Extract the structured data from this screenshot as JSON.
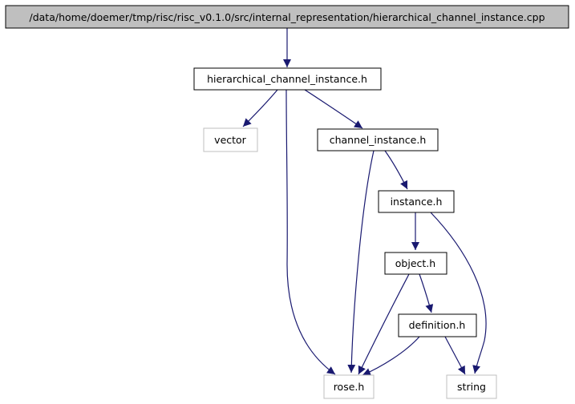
{
  "diagram": {
    "type": "include-dependency-graph",
    "nodes": [
      {
        "id": "root",
        "label": "/data/home/doemer/tmp/risc/risc_v0.1.0/src/internal_representation/hierarchical_channel_instance.cpp",
        "style": "highlighted"
      },
      {
        "id": "hci",
        "label": "hierarchical_channel_instance.h",
        "style": "documented"
      },
      {
        "id": "vector",
        "label": "vector",
        "style": "external"
      },
      {
        "id": "ci",
        "label": "channel_instance.h",
        "style": "documented"
      },
      {
        "id": "inst",
        "label": "instance.h",
        "style": "documented"
      },
      {
        "id": "obj",
        "label": "object.h",
        "style": "documented"
      },
      {
        "id": "def",
        "label": "definition.h",
        "style": "documented"
      },
      {
        "id": "rose",
        "label": "rose.h",
        "style": "external"
      },
      {
        "id": "string",
        "label": "string",
        "style": "external"
      }
    ],
    "edges": [
      {
        "from": "root",
        "to": "hci"
      },
      {
        "from": "hci",
        "to": "vector"
      },
      {
        "from": "hci",
        "to": "ci"
      },
      {
        "from": "hci",
        "to": "rose"
      },
      {
        "from": "ci",
        "to": "inst"
      },
      {
        "from": "ci",
        "to": "rose"
      },
      {
        "from": "inst",
        "to": "obj"
      },
      {
        "from": "inst",
        "to": "string"
      },
      {
        "from": "obj",
        "to": "def"
      },
      {
        "from": "obj",
        "to": "rose"
      },
      {
        "from": "def",
        "to": "rose"
      },
      {
        "from": "def",
        "to": "string"
      }
    ],
    "colors": {
      "edge": "#191970",
      "highlight_fill": "#bfbfbf",
      "documented_border": "#000000",
      "external_border": "#bfbfbf"
    }
  }
}
